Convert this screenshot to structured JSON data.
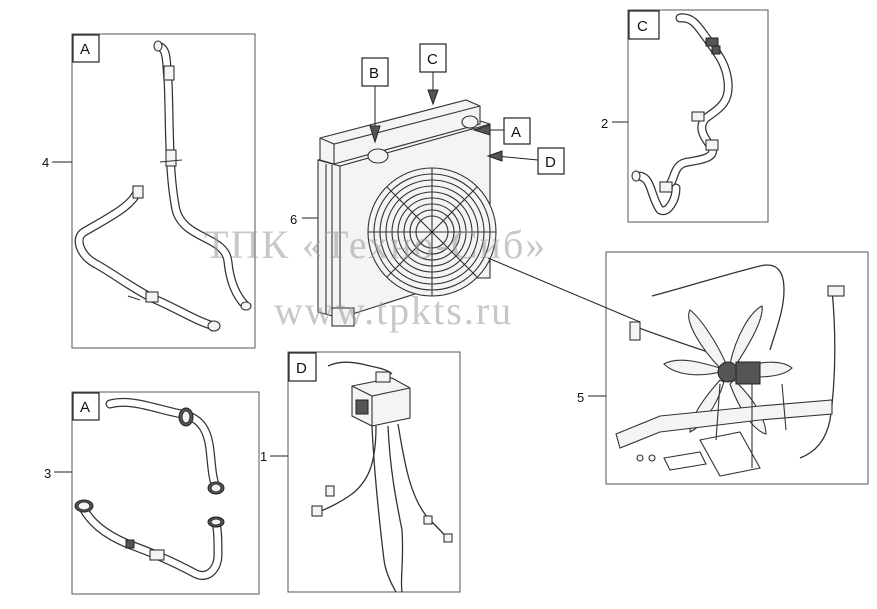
{
  "watermark": {
    "line1": "ТПК «Техно-Сиб»",
    "line2": "www.tpkts.ru"
  },
  "panels": {
    "a_top": {
      "tag": "A",
      "callout": "4"
    },
    "c_top": {
      "tag": "C",
      "callout": "2"
    },
    "a_bottom": {
      "tag": "A",
      "callout": "3"
    },
    "d_bottom": {
      "tag": "D",
      "callout": "1"
    },
    "fan_drive": {
      "callout": "5"
    }
  },
  "radiator": {
    "callout": "6",
    "tag_b": "B",
    "tag_c": "C",
    "tag_a": "A",
    "tag_d": "D"
  }
}
